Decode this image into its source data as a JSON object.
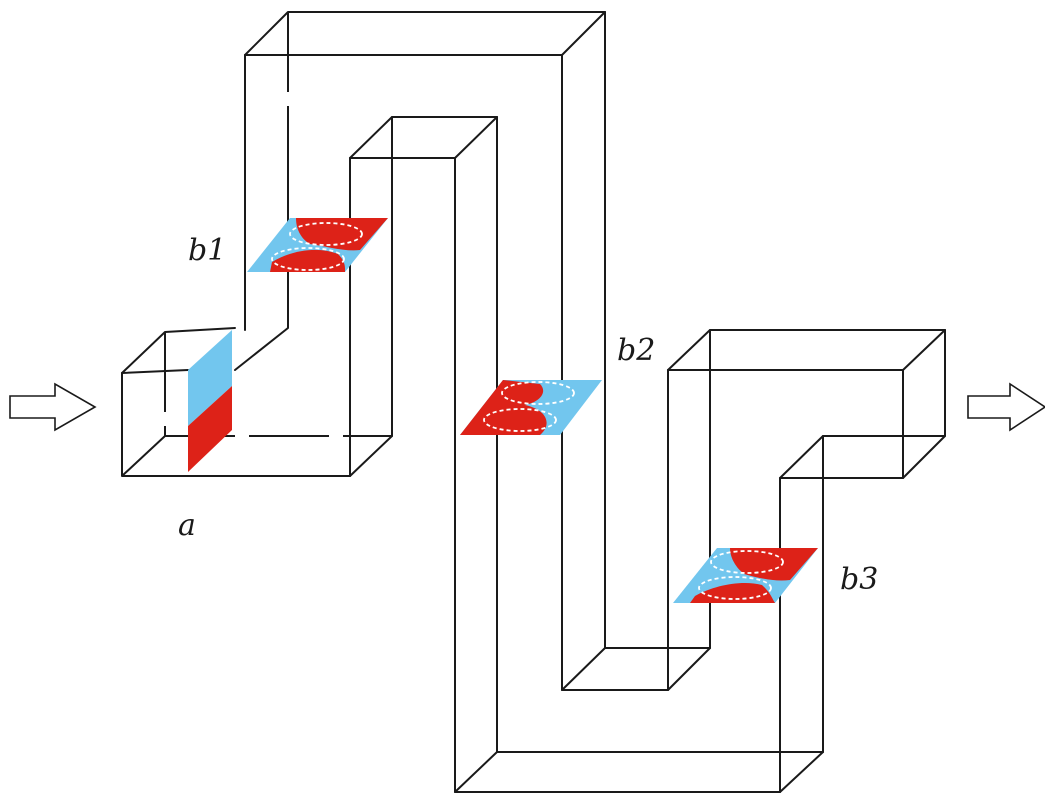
{
  "labels": {
    "a": "a",
    "b1": "b1",
    "b2": "b2",
    "b3": "b3"
  },
  "colors": {
    "outline": "#1a1a1a",
    "section_red": "#dd2218",
    "section_blue": "#72c6ee",
    "vortex_ring": "#ffffff"
  },
  "arrows": {
    "inlet": "right-arrow-icon",
    "outlet": "right-arrow-icon"
  }
}
